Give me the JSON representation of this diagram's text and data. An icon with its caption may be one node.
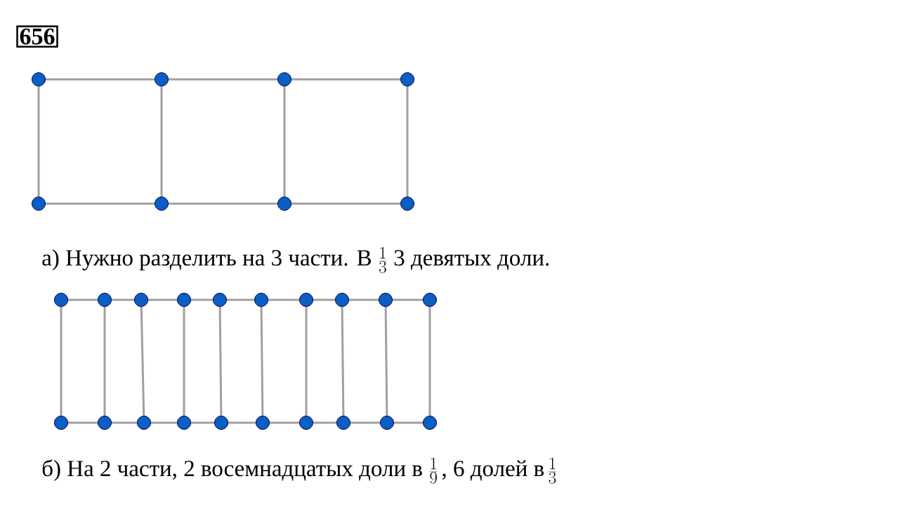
{
  "diagram": {
    "nodes": [
      {
        "text": [],
        "shape": "circle"
      },
      {
        "text": [],
        "shape": "circle"
      },
      {
        "text": [],
        "shape": "circle"
      },
      {
        "text": [],
        "shape": "circle"
      },
      {
        "text": [],
        "shape": "circle"
      },
      {
        "text": [],
        "shape": "circle"
      },
      {
        "text": [],
        "shape": "circle"
      },
      {
        "text": [],
        "shape": "circle"
      },
      {
        "text": [],
        "shape": "circle"
      },
      {
        "text": [],
        "shape": "circle"
      },
      {
        "text": [],
        "shape": "circle"
      },
      {
        "text": [],
        "shape": "circle"
      },
      {
        "text": [],
        "shape": "circle"
      },
      {
        "text": [],
        "shape": "circle"
      },
      {
        "text": [],
        "shape": "circle"
      },
      {
        "text": [],
        "shape": "circle"
      },
      {
        "text": [],
        "shape": "circle"
      },
      {
        "text": [],
        "shape": "circle"
      },
      {
        "text": [],
        "shape": "circle"
      },
      {
        "text": [],
        "shape": "circle"
      },
      {
        "text": [],
        "shape": "circle"
      },
      {
        "text": [],
        "shape": "circle"
      },
      {
        "text": [],
        "shape": "circle"
      },
      {
        "text": [],
        "shape": "circle"
      },
      {
        "text": [],
        "shape": "circle"
      },
      {
        "text": [],
        "shape": "circle"
      },
      {
        "text": [],
        "shape": "circle"
      },
      {
        "text": [],
        "shape": "circle"
      }
    ],
    "edges": [
      {
        "from": 0,
        "to": 1,
        "arrow": "none"
      },
      {
        "from": 1,
        "to": 2,
        "arrow": "none"
      },
      {
        "from": 2,
        "to": 3,
        "arrow": "none"
      },
      {
        "from": 4,
        "to": 5,
        "arrow": "none"
      },
      {
        "from": 5,
        "to": 6,
        "arrow": "none"
      },
      {
        "from": 6,
        "to": 7,
        "arrow": "none"
      },
      {
        "from": 0,
        "to": 4,
        "arrow": "none"
      },
      {
        "from": 1,
        "to": 5,
        "arrow": "none"
      },
      {
        "from": 2,
        "to": 6,
        "arrow": "none"
      },
      {
        "from": 3,
        "to": 7,
        "arrow": "none"
      },
      {
        "from": 8,
        "to": 9,
        "arrow": "none"
      },
      {
        "from": 9,
        "to": 10,
        "arrow": "none"
      },
      {
        "from": 10,
        "to": 11,
        "arrow": "none"
      },
      {
        "from": 11,
        "to": 12,
        "arrow": "none"
      },
      {
        "from": 12,
        "to": 13,
        "arrow": "none"
      },
      {
        "from": 13,
        "to": 14,
        "arrow": "none"
      },
      {
        "from": 14,
        "to": 15,
        "arrow": "none"
      },
      {
        "from": 15,
        "to": 16,
        "arrow": "none"
      },
      {
        "from": 16,
        "to": 17,
        "arrow": "none"
      },
      {
        "from": 18,
        "to": 19,
        "arrow": "none"
      },
      {
        "from": 19,
        "to": 20,
        "arrow": "none"
      },
      {
        "from": 20,
        "to": 21,
        "arrow": "none"
      },
      {
        "from": 21,
        "to": 22,
        "arrow": "none"
      },
      {
        "from": 22,
        "to": 23,
        "arrow": "none"
      },
      {
        "from": 23,
        "to": 24,
        "arrow": "none"
      },
      {
        "from": 24,
        "to": 25,
        "arrow": "none"
      },
      {
        "from": 25,
        "to": 26,
        "arrow": "none"
      },
      {
        "from": 26,
        "to": 27,
        "arrow": "none"
      },
      {
        "from": 8,
        "to": 18,
        "arrow": "none"
      },
      {
        "from": 9,
        "to": 19,
        "arrow": "none"
      },
      {
        "from": 10,
        "to": 20,
        "arrow": "none"
      },
      {
        "from": 11,
        "to": 21,
        "arrow": "none"
      },
      {
        "from": 12,
        "to": 22,
        "arrow": "none"
      },
      {
        "from": 13,
        "to": 23,
        "arrow": "none"
      },
      {
        "from": 14,
        "to": 24,
        "arrow": "none"
      },
      {
        "from": 15,
        "to": 25,
        "arrow": "none"
      },
      {
        "from": 16,
        "to": 26,
        "arrow": "none"
      },
      {
        "from": 17,
        "to": 27,
        "arrow": "none"
      }
    ],
    "labels": [
      "656",
      "а) Нужно разделить на 3 части. В",
      "\\frac{1}{3}",
      "3 девятых доли.",
      "б) На 2 части, 2 восемнадцатых доли в",
      "\\frac{1}{9}",
      ", 6 долей в",
      "\\frac{1}{3}"
    ]
  }
}
